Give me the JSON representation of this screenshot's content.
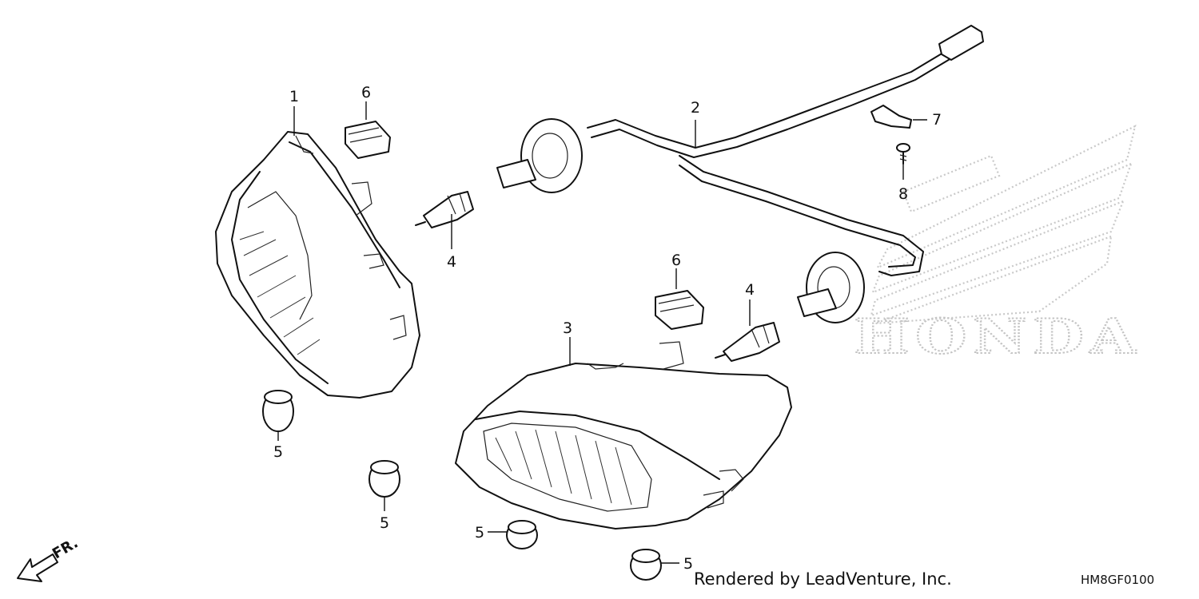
{
  "watermark": {
    "brand": "HONDA"
  },
  "callouts": {
    "c1": "1",
    "c2": "2",
    "c3": "3",
    "c4a": "4",
    "c4b": "4",
    "c5a": "5",
    "c5b": "5",
    "c5c": "5",
    "c5d": "5",
    "c6a": "6",
    "c6b": "6",
    "c7": "7",
    "c8": "8"
  },
  "direction": {
    "label": "FR."
  },
  "footer": {
    "credit": "Rendered by LeadVenture, Inc.",
    "diagram_code": "HM8GF0100"
  }
}
